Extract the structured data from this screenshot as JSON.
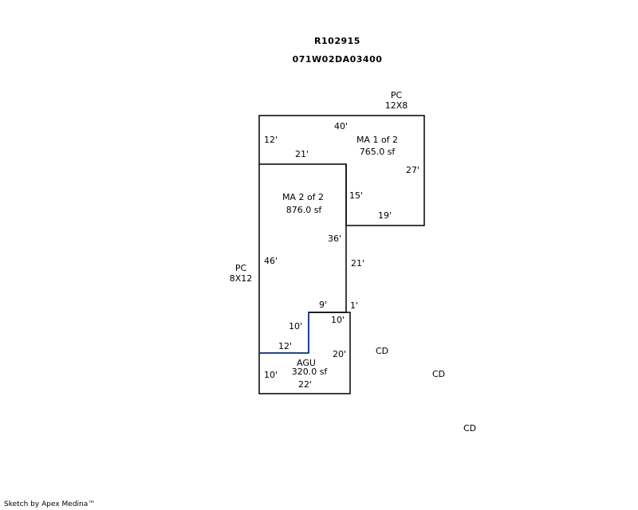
{
  "header": {
    "account": "R102915",
    "map_tax_lot": "071W02DA03400"
  },
  "areas": {
    "ma1": {
      "name": "MA 1 of 2",
      "area": "765.0 sf"
    },
    "ma2": {
      "name": "MA 2 of 2",
      "area": "876.0 sf"
    },
    "agu": {
      "name": "AGU",
      "area": "320.0 sf"
    }
  },
  "porches": {
    "pc_top": {
      "name": "PC",
      "size": "12X8"
    },
    "pc_left": {
      "name": "PC",
      "size": "8X12"
    }
  },
  "dimensions": {
    "d40": "40'",
    "d12_top": "12'",
    "d21_top": "21'",
    "d27": "27'",
    "d15": "15'",
    "d19": "19'",
    "d36": "36'",
    "d21_right": "21'",
    "d46": "46'",
    "d9": "9'",
    "d1": "1'",
    "d10_a": "10'",
    "d10_b": "10'",
    "d12_mid": "12'",
    "d20": "20'",
    "d10_c": "10'",
    "d22": "22'"
  },
  "cd_labels": [
    "CD",
    "CD",
    "CD"
  ],
  "footer": "Sketch by Apex Medina™",
  "colors": {
    "outline": "#000000",
    "agu_edge": "#1a3c8c"
  }
}
